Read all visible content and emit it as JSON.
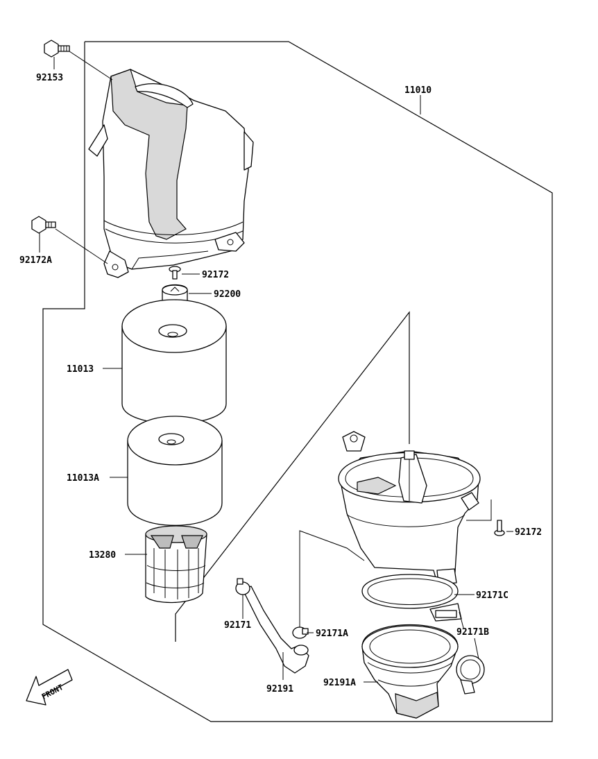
{
  "labels": {
    "p92153": "92153",
    "p11010": "11010",
    "p92172A": "92172A",
    "p92172_top": "92172",
    "p92200": "92200",
    "p11013": "11013",
    "p11013A": "11013A",
    "p13280": "13280",
    "p92172_right": "92172",
    "p92171C": "92171C",
    "p92171": "92171",
    "p92171A": "92171A",
    "p92171B": "92171B",
    "p92191": "92191",
    "p92191A": "92191A"
  },
  "front_arrow": "FRONT"
}
